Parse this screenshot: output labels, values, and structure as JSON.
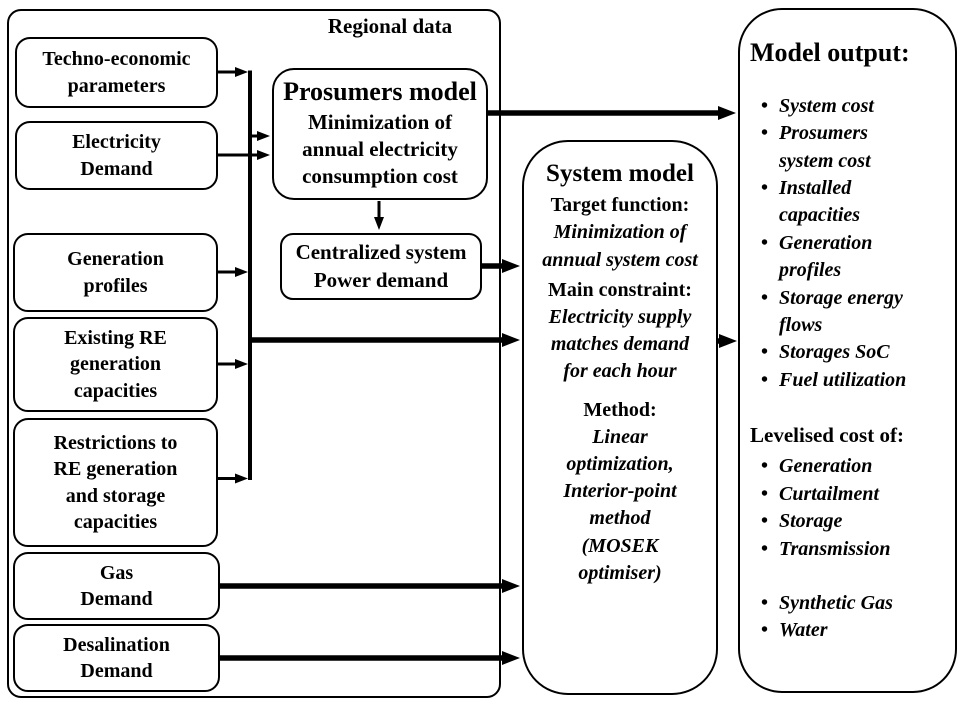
{
  "colors": {
    "ink": "#000000",
    "background": "#ffffff"
  },
  "glyphs": {
    "bullet": "•"
  },
  "regional": {
    "label": "Regional data",
    "inputs": [
      {
        "lines": [
          "Techno-economic",
          "parameters"
        ]
      },
      {
        "lines": [
          "Electricity",
          "Demand"
        ]
      },
      {
        "lines": [
          "Generation",
          "profiles"
        ]
      },
      {
        "lines": [
          "Existing RE",
          "generation",
          "capacities"
        ]
      },
      {
        "lines": [
          "Restrictions to",
          "RE generation",
          "and storage",
          "capacities"
        ]
      },
      {
        "lines": [
          "Gas",
          "Demand"
        ]
      },
      {
        "lines": [
          "Desalination",
          "Demand"
        ]
      }
    ]
  },
  "prosumers": {
    "title": "Prosumers model",
    "body": [
      "Minimization of",
      "annual electricity",
      "consumption cost"
    ]
  },
  "centralized": {
    "lines": [
      "Centralized system",
      "Power demand"
    ]
  },
  "system_model": {
    "title": "System model",
    "sections": [
      {
        "heading": "Target function:",
        "body": [
          "Minimization of",
          "annual system cost"
        ]
      },
      {
        "heading": "Main constraint:",
        "body": [
          "Electricity supply",
          "matches demand",
          "for each hour"
        ]
      },
      {
        "heading": "Method:",
        "body": [
          "Linear",
          "optimization,",
          "Interior-point",
          "method",
          "(MOSEK",
          "optimiser)"
        ]
      }
    ]
  },
  "model_output": {
    "title": "Model output:",
    "items": [
      [
        "System cost"
      ],
      [
        "Prosumers",
        "system cost"
      ],
      [
        "Installed",
        "capacities"
      ],
      [
        "Generation",
        "profiles"
      ],
      [
        "Storage energy",
        "flows"
      ],
      [
        "Storages SoC"
      ],
      [
        "Fuel utilization"
      ]
    ],
    "levelised_heading": "Levelised cost of:",
    "levelised_items": [
      "Generation",
      "Curtailment",
      "Storage",
      "Transmission",
      "Synthetic Gas",
      "Water"
    ]
  }
}
